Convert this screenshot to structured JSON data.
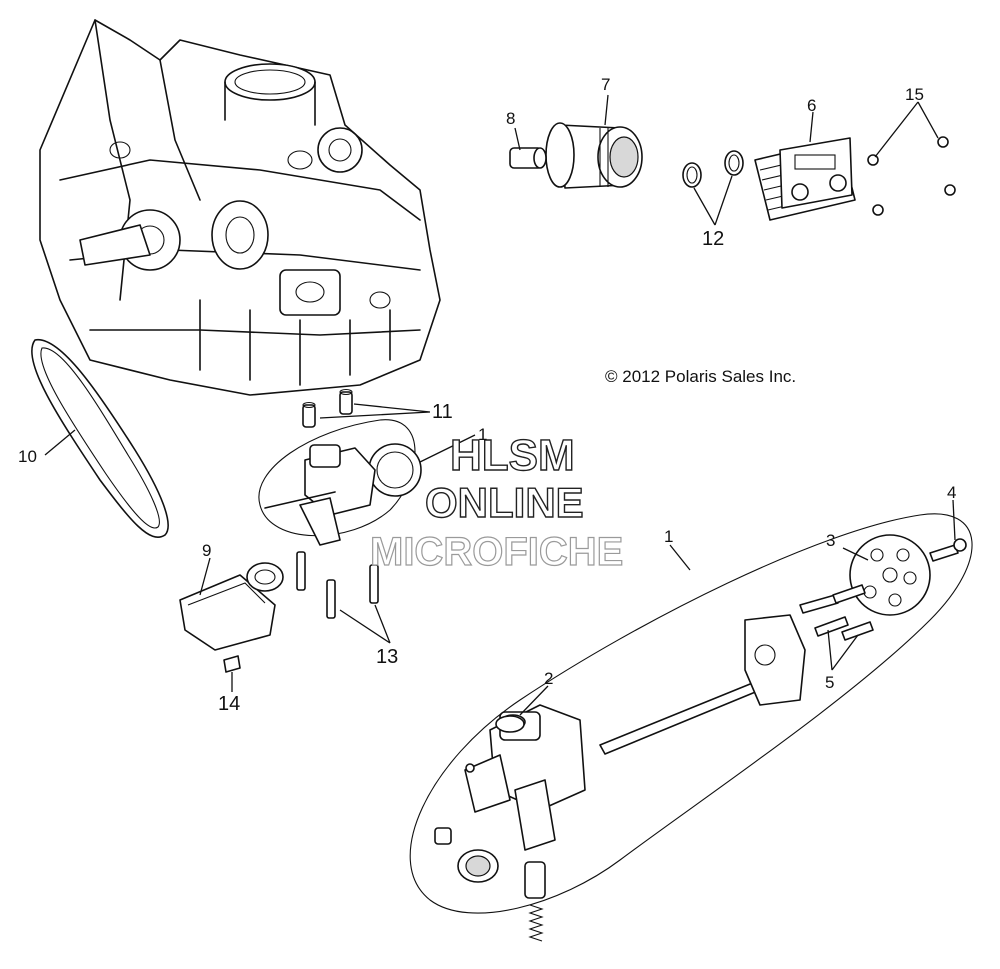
{
  "copyright": "© 2012 Polaris Sales Inc.",
  "watermark": {
    "line1": "HLSM",
    "line2": "ONLINE",
    "line3": "MICROFICHE"
  },
  "callouts": {
    "c1_upper": "1",
    "c1_lower": "1",
    "c2": "2",
    "c3": "3",
    "c4": "4",
    "c5": "5",
    "c6": "6",
    "c7": "7",
    "c8": "8",
    "c9": "9",
    "c10": "10",
    "c11": "11",
    "c12": "12",
    "c13": "13",
    "c14": "14",
    "c15": "15"
  },
  "colors": {
    "line": "#111111",
    "background": "#ffffff",
    "watermark_gray": "#9a9a9a"
  }
}
